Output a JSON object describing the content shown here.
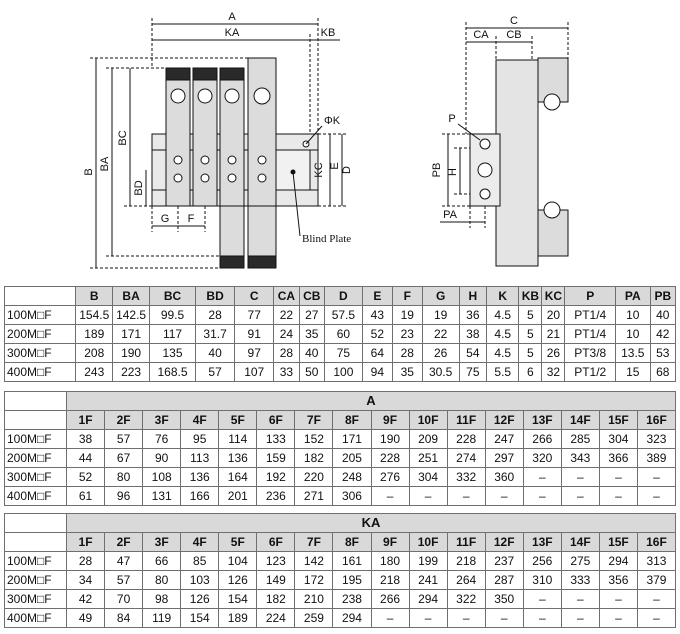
{
  "drawing": {
    "front_labels": [
      "A",
      "KA",
      "KB",
      "B",
      "BA",
      "BC",
      "BD",
      "G",
      "F",
      "ΦK",
      "KC",
      "E",
      "D"
    ],
    "side_labels": [
      "C",
      "CA",
      "CB",
      "P",
      "PB",
      "H",
      "PA"
    ],
    "blind_plate": "Blind Plate"
  },
  "table1": {
    "headers": [
      "B",
      "BA",
      "BC",
      "BD",
      "C",
      "CA",
      "CB",
      "D",
      "E",
      "F",
      "G",
      "H",
      "K",
      "KB",
      "KC",
      "P",
      "PA",
      "PB"
    ],
    "rows": [
      {
        "model": "100M□F",
        "cells": [
          "154.5",
          "142.5",
          "99.5",
          "28",
          "77",
          "22",
          "27",
          "57.5",
          "43",
          "19",
          "19",
          "36",
          "4.5",
          "5",
          "20",
          "PT1/4",
          "10",
          "40"
        ]
      },
      {
        "model": "200M□F",
        "cells": [
          "189",
          "171",
          "117",
          "31.7",
          "91",
          "24",
          "35",
          "60",
          "52",
          "23",
          "22",
          "38",
          "4.5",
          "5",
          "21",
          "PT1/4",
          "10",
          "42"
        ]
      },
      {
        "model": "300M□F",
        "cells": [
          "208",
          "190",
          "135",
          "40",
          "97",
          "28",
          "40",
          "75",
          "64",
          "28",
          "26",
          "54",
          "4.5",
          "5",
          "26",
          "PT3/8",
          "13.5",
          "53"
        ]
      },
      {
        "model": "400M□F",
        "cells": [
          "243",
          "223",
          "168.5",
          "57",
          "107",
          "33",
          "50",
          "100",
          "94",
          "35",
          "30.5",
          "75",
          "5.5",
          "6",
          "32",
          "PT1/2",
          "15",
          "68"
        ]
      }
    ]
  },
  "table2": {
    "title": "A",
    "headers": [
      "1F",
      "2F",
      "3F",
      "4F",
      "5F",
      "6F",
      "7F",
      "8F",
      "9F",
      "10F",
      "11F",
      "12F",
      "13F",
      "14F",
      "15F",
      "16F"
    ],
    "rows": [
      {
        "model": "100M□F",
        "cells": [
          "38",
          "57",
          "76",
          "95",
          "114",
          "133",
          "152",
          "171",
          "190",
          "209",
          "228",
          "247",
          "266",
          "285",
          "304",
          "323"
        ]
      },
      {
        "model": "200M□F",
        "cells": [
          "44",
          "67",
          "90",
          "113",
          "136",
          "159",
          "182",
          "205",
          "228",
          "251",
          "274",
          "297",
          "320",
          "343",
          "366",
          "389"
        ]
      },
      {
        "model": "300M□F",
        "cells": [
          "52",
          "80",
          "108",
          "136",
          "164",
          "192",
          "220",
          "248",
          "276",
          "304",
          "332",
          "360",
          "–",
          "–",
          "–",
          "–"
        ]
      },
      {
        "model": "400M□F",
        "cells": [
          "61",
          "96",
          "131",
          "166",
          "201",
          "236",
          "271",
          "306",
          "–",
          "–",
          "–",
          "–",
          "–",
          "–",
          "–",
          "–"
        ]
      }
    ]
  },
  "table3": {
    "title": "KA",
    "headers": [
      "1F",
      "2F",
      "3F",
      "4F",
      "5F",
      "6F",
      "7F",
      "8F",
      "9F",
      "10F",
      "11F",
      "12F",
      "13F",
      "14F",
      "15F",
      "16F"
    ],
    "rows": [
      {
        "model": "100M□F",
        "cells": [
          "28",
          "47",
          "66",
          "85",
          "104",
          "123",
          "142",
          "161",
          "180",
          "199",
          "218",
          "237",
          "256",
          "275",
          "294",
          "313"
        ]
      },
      {
        "model": "200M□F",
        "cells": [
          "34",
          "57",
          "80",
          "103",
          "126",
          "149",
          "172",
          "195",
          "218",
          "241",
          "264",
          "287",
          "310",
          "333",
          "356",
          "379"
        ]
      },
      {
        "model": "300M□F",
        "cells": [
          "42",
          "70",
          "98",
          "126",
          "154",
          "182",
          "210",
          "238",
          "266",
          "294",
          "322",
          "350",
          "–",
          "–",
          "–",
          "–"
        ]
      },
      {
        "model": "400M□F",
        "cells": [
          "49",
          "84",
          "119",
          "154",
          "189",
          "224",
          "259",
          "294",
          "–",
          "–",
          "–",
          "–",
          "–",
          "–",
          "–",
          "–"
        ]
      }
    ]
  }
}
